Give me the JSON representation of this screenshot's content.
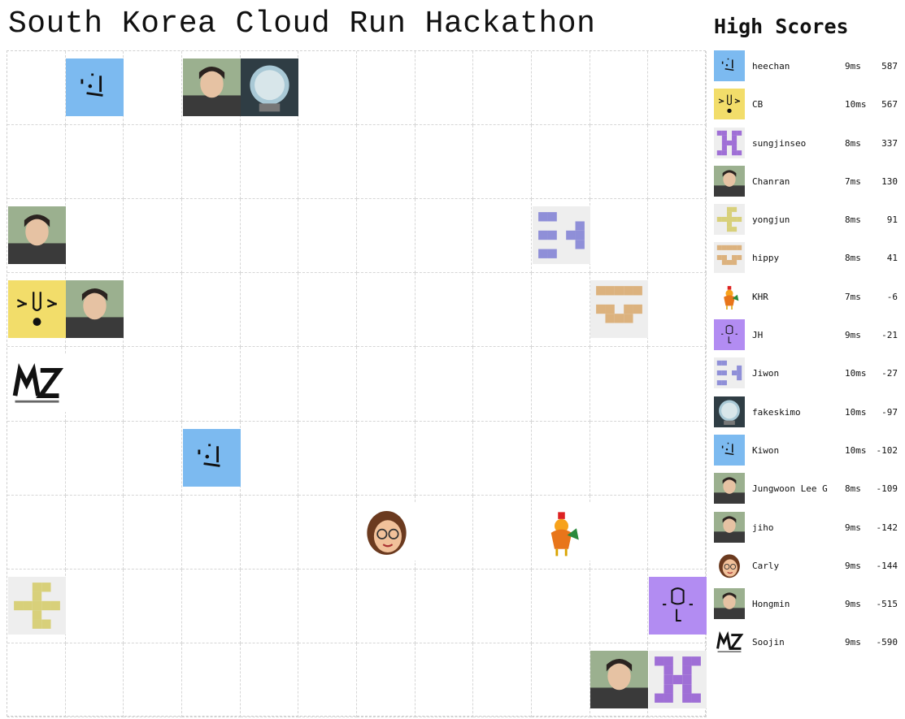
{
  "title": "South Korea Cloud Run Hackathon",
  "scoreboard": {
    "heading": "High Scores",
    "players": [
      {
        "name": "heechan",
        "time": "9ms",
        "score": "587",
        "avatar": "blue-face-icon"
      },
      {
        "name": "CB",
        "time": "10ms",
        "score": "567",
        "avatar": "yellow-face-icon"
      },
      {
        "name": "sungjinseo",
        "time": "8ms",
        "score": "337",
        "avatar": "purple-pixel-icon"
      },
      {
        "name": "Chanran",
        "time": "7ms",
        "score": "130",
        "avatar": "person-photo-icon"
      },
      {
        "name": "yongjun",
        "time": "8ms",
        "score": "91",
        "avatar": "olive-pixel-icon"
      },
      {
        "name": "hippy",
        "time": "8ms",
        "score": "41",
        "avatar": "tan-pixel-icon"
      },
      {
        "name": "KHR",
        "time": "7ms",
        "score": "-6",
        "avatar": "rooster-icon"
      },
      {
        "name": "JH",
        "time": "9ms",
        "score": "-21",
        "avatar": "violet-face-icon"
      },
      {
        "name": "Jiwon",
        "time": "10ms",
        "score": "-27",
        "avatar": "periwinkle-pixel-icon"
      },
      {
        "name": "fakeskimo",
        "time": "10ms",
        "score": "-97",
        "avatar": "snow-globe-icon"
      },
      {
        "name": "Kiwon",
        "time": "10ms",
        "score": "-102",
        "avatar": "blue-face-icon"
      },
      {
        "name": "Jungwoon Lee G",
        "time": "8ms",
        "score": "-109",
        "avatar": "person-photo-icon"
      },
      {
        "name": "jiho",
        "time": "9ms",
        "score": "-142",
        "avatar": "person-photo-icon"
      },
      {
        "name": "Carly",
        "time": "9ms",
        "score": "-144",
        "avatar": "memoji-icon"
      },
      {
        "name": "Hongmin",
        "time": "9ms",
        "score": "-515",
        "avatar": "person-photo-icon"
      },
      {
        "name": "Soojin",
        "time": "9ms",
        "score": "-590",
        "avatar": "mz-logo-icon"
      }
    ]
  },
  "arena": {
    "columns": 12,
    "rows": 9,
    "players": [
      {
        "col": 1,
        "row": 0,
        "avatar": "blue-face-icon"
      },
      {
        "col": 3,
        "row": 0,
        "avatar": "person-photo-icon"
      },
      {
        "col": 4,
        "row": 0,
        "avatar": "snow-globe-icon"
      },
      {
        "col": 0,
        "row": 2,
        "avatar": "person-photo-icon"
      },
      {
        "col": 9,
        "row": 2,
        "avatar": "periwinkle-pixel-icon"
      },
      {
        "col": 0,
        "row": 3,
        "avatar": "yellow-face-icon"
      },
      {
        "col": 1,
        "row": 3,
        "avatar": "person-photo-icon"
      },
      {
        "col": 10,
        "row": 3,
        "avatar": "tan-pixel-icon"
      },
      {
        "col": 0,
        "row": 4,
        "avatar": "mz-logo-icon"
      },
      {
        "col": 3,
        "row": 5,
        "avatar": "blue-face-icon"
      },
      {
        "col": 6,
        "row": 6,
        "avatar": "memoji-icon"
      },
      {
        "col": 9,
        "row": 6,
        "avatar": "rooster-icon"
      },
      {
        "col": 0,
        "row": 7,
        "avatar": "olive-pixel-icon"
      },
      {
        "col": 11,
        "row": 7,
        "avatar": "violet-face-icon"
      },
      {
        "col": 10,
        "row": 8,
        "avatar": "person-photo-icon"
      },
      {
        "col": 11,
        "row": 8,
        "avatar": "purple-pixel-icon"
      }
    ]
  },
  "colors": {
    "blue_face": "#7cbaf0",
    "yellow_face": "#f2dd6a",
    "violet_face": "#b28cf2",
    "purple_pixel": "#9f6fd6",
    "periwinkle_pixel": "#8f8fd8",
    "olive_pixel": "#d8d07a",
    "tan_pixel": "#dcb27e",
    "pixel_background": "#eeeeee"
  }
}
